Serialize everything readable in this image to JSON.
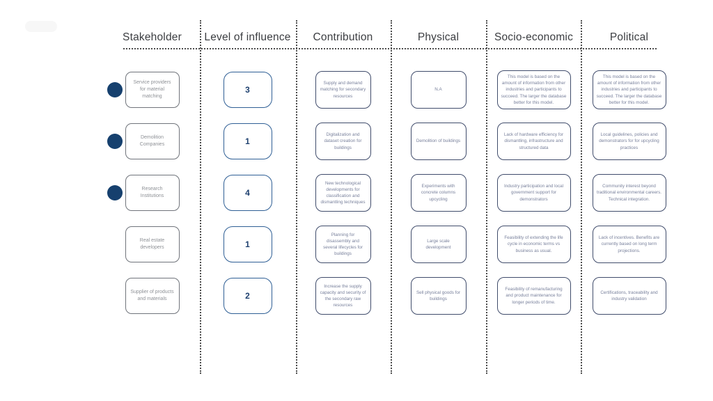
{
  "colors": {
    "marker": "#16406e",
    "influence_border": "#2f5f95",
    "influence_text": "#1e406f",
    "detail_border": "#404c6b",
    "detail_text": "#79819c",
    "stakeholder_border": "#70747b",
    "grid_dots": "#4c4c4c",
    "background": "#ffffff"
  },
  "header": {
    "columns": [
      "Stakeholder",
      "Level of influence",
      "Contribution",
      "Physical",
      "Socio-economic",
      "Political"
    ]
  },
  "rows": [
    {
      "has_marker": true,
      "stakeholder": "Service providers for material matching",
      "influence": "3",
      "contribution": "Supply and demand matching for secondary resources",
      "physical": "N.A",
      "socio_economic": "This model is based on the amount of information from other industries and participants to succeed. The larger the database better for this model.",
      "political": "This model is based on the amount of information from other industries and participants to succeed. The larger the database better for this model."
    },
    {
      "has_marker": true,
      "stakeholder": "Demolition Companies",
      "influence": "1",
      "contribution": "Digitalization and dataset creation for buildings",
      "physical": "Demolition of buildings",
      "socio_economic": "Lack of hardware efficiency for dismantling, infrastructure and structured data",
      "political": "Local guidelines, policies and demonstrators for for upcycling practices"
    },
    {
      "has_marker": true,
      "stakeholder": "Research Institutions",
      "influence": "4",
      "contribution": "New technological developments for classification and dismantling techniques",
      "physical": "Experiments with concrete columns upcycling",
      "socio_economic": "Industry participation and local government support for demonstrators",
      "political": "Community interest beyond traditional environmental careers. Technical integration."
    },
    {
      "has_marker": false,
      "stakeholder": "Real estate developers",
      "influence": "1",
      "contribution": "Planning for disassembly and several lifecycles for buildings",
      "physical": "Large scale development",
      "socio_economic": "Feasibility of extending the life cycle in economic terms vs business as usual.",
      "political": "Lack of incentives. Benefits are currently based on long term projections."
    },
    {
      "has_marker": false,
      "stakeholder": "Supplier of products and materials",
      "influence": "2",
      "contribution": "Increase the supply capacity and security of the secondary raw resources",
      "physical": "Sell physical goods for buildings",
      "socio_economic": "Feasibility of remanufacturing and product maintenance for longer periods of time.",
      "political": "Certifications, traceability and industry validation"
    }
  ]
}
